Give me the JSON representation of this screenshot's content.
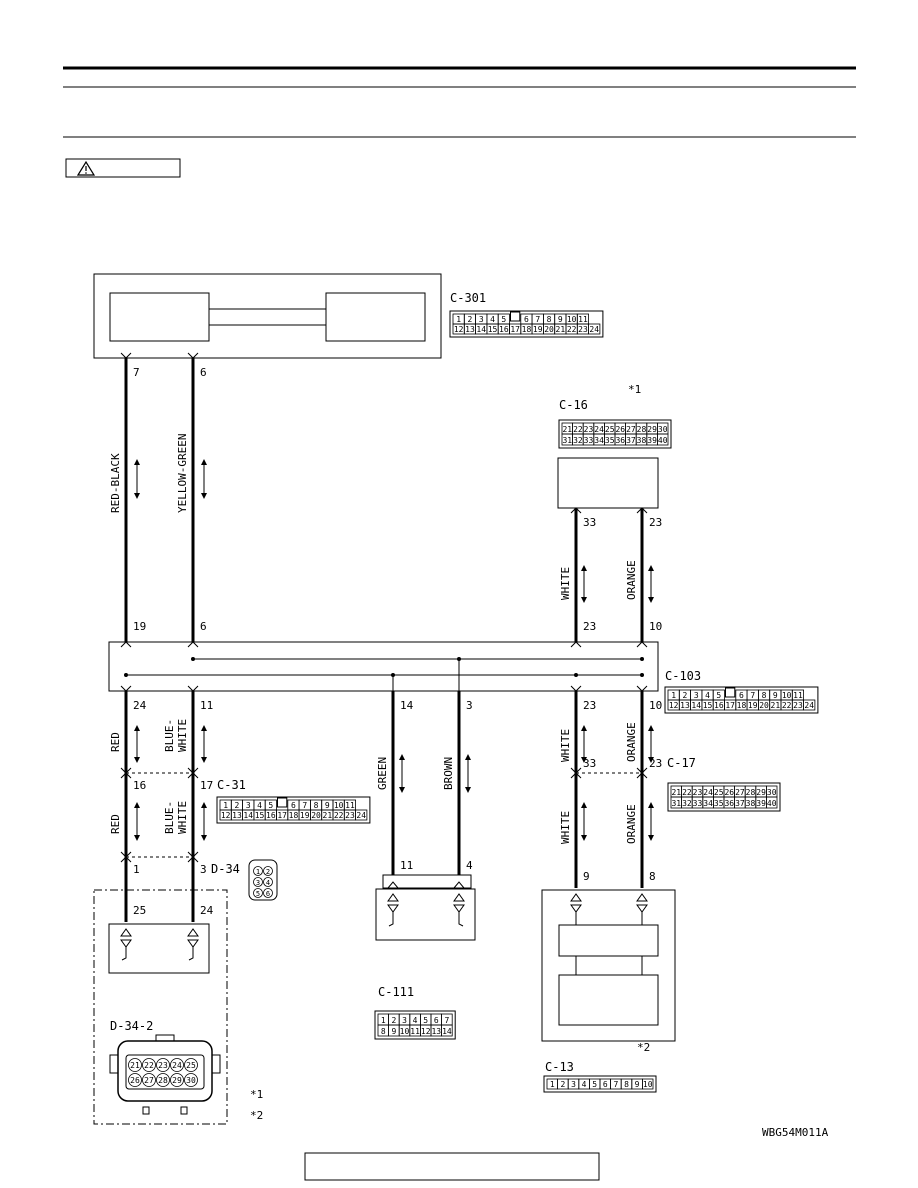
{
  "header": {
    "caution_badge": ""
  },
  "footer": {
    "page_box": ""
  },
  "diagram_id": "WBG54M011A",
  "notes": [
    "*1",
    "*2"
  ],
  "connectors": {
    "c301": "C-301",
    "c16": "C-16",
    "c103": "C-103",
    "c17": "C-17",
    "c31": "C-31",
    "d34": "D-34",
    "d34_2": "D-34-2",
    "c111": "C-111",
    "c13": "C-13"
  },
  "pin_rows": {
    "c301_a": [
      "1",
      "2",
      "3",
      "4",
      "5",
      "",
      "6",
      "7",
      "8",
      "9",
      "10",
      "11"
    ],
    "c301_b": [
      "12",
      "13",
      "14",
      "15",
      "16",
      "17",
      "18",
      "19",
      "20",
      "21",
      "22",
      "23",
      "24"
    ],
    "c16_a": [
      "21",
      "22",
      "23",
      "24",
      "25",
      "26",
      "27",
      "28",
      "29",
      "30"
    ],
    "c16_b": [
      "31",
      "32",
      "33",
      "34",
      "35",
      "36",
      "37",
      "38",
      "39",
      "40"
    ],
    "c103_a": [
      "1",
      "2",
      "3",
      "4",
      "5",
      "",
      "6",
      "7",
      "8",
      "9",
      "10",
      "11"
    ],
    "c103_b": [
      "12",
      "13",
      "14",
      "15",
      "16",
      "17",
      "18",
      "19",
      "20",
      "21",
      "22",
      "23",
      "24"
    ],
    "c17_a": [
      "21",
      "22",
      "23",
      "24",
      "25",
      "26",
      "27",
      "28",
      "29",
      "30"
    ],
    "c17_b": [
      "31",
      "32",
      "33",
      "34",
      "35",
      "36",
      "37",
      "38",
      "39",
      "40"
    ],
    "c31_a": [
      "1",
      "2",
      "3",
      "4",
      "5",
      "",
      "6",
      "7",
      "8",
      "9",
      "10",
      "11"
    ],
    "c31_b": [
      "12",
      "13",
      "14",
      "15",
      "16",
      "17",
      "18",
      "19",
      "20",
      "21",
      "22",
      "23",
      "24"
    ],
    "c111_a": [
      "1",
      "2",
      "3",
      "4",
      "5",
      "6",
      "7"
    ],
    "c111_b": [
      "8",
      "9",
      "10",
      "11",
      "12",
      "13",
      "14"
    ],
    "c13": [
      "1",
      "2",
      "3",
      "4",
      "5",
      "6",
      "7",
      "8",
      "9",
      "10"
    ],
    "d34": [
      "1",
      "2",
      "3",
      "4",
      "5",
      "6"
    ],
    "d34_2_a": [
      "21",
      "22",
      "23",
      "24",
      "25"
    ],
    "d34_2_b": [
      "26",
      "27",
      "28",
      "29",
      "30"
    ]
  },
  "wires": {
    "red_black": "RED-BLACK",
    "yellow_green": "YELLOW-GREEN",
    "white": "WHITE",
    "orange": "ORANGE",
    "red": "RED",
    "blue_white_1": "BLUE-",
    "blue_white_2": "WHITE",
    "green": "GREEN",
    "brown": "BROWN"
  },
  "pins": {
    "p7": "7",
    "p6a": "6",
    "p33a": "33",
    "p23a": "23",
    "p19": "19",
    "p6b": "6",
    "p23b": "23",
    "p10a": "10",
    "p24a": "24",
    "p11a": "11",
    "p14": "14",
    "p3a": "3",
    "p23c": "23",
    "p10b": "10",
    "p33b": "33",
    "p23d": "23",
    "p16": "16",
    "p17": "17",
    "p1": "1",
    "p3b": "3",
    "p11b": "11",
    "p4": "4",
    "p9": "9",
    "p8": "8",
    "p25": "25",
    "p24b": "24"
  }
}
